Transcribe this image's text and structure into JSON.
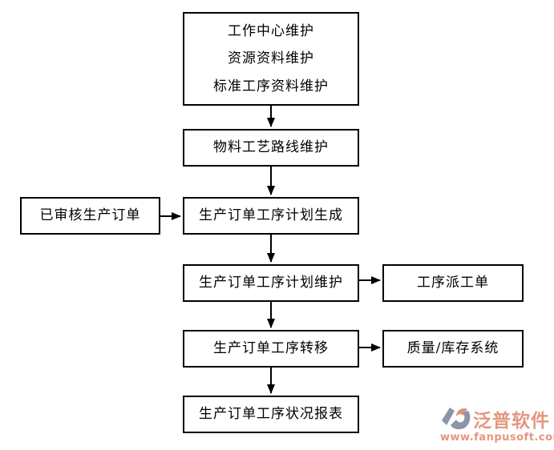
{
  "diagram": {
    "title_hint": "production-order-process-flowchart",
    "nodes": {
      "master_data": {
        "lines": [
          "工作中心维护",
          "资源资料维护",
          "标准工序资料维护"
        ]
      },
      "routing": {
        "label": "物料工艺路线维护"
      },
      "reviewed_order": {
        "label": "已审核生产订单"
      },
      "plan_generate": {
        "label": "生产订单工序计划生成"
      },
      "plan_maintain": {
        "label": "生产订单工序计划维护"
      },
      "dispatch": {
        "label": "工序派工单"
      },
      "transfer": {
        "label": "生产订单工序转移"
      },
      "quality_inventory": {
        "label": "质量/库存系统"
      },
      "status_report": {
        "label": "生产订单工序状况报表"
      }
    },
    "edges": [
      {
        "from": "master_data",
        "to": "routing"
      },
      {
        "from": "routing",
        "to": "plan_generate"
      },
      {
        "from": "reviewed_order",
        "to": "plan_generate"
      },
      {
        "from": "plan_generate",
        "to": "plan_maintain"
      },
      {
        "from": "plan_maintain",
        "to": "dispatch"
      },
      {
        "from": "plan_maintain",
        "to": "transfer"
      },
      {
        "from": "transfer",
        "to": "quality_inventory"
      },
      {
        "from": "transfer",
        "to": "status_report"
      }
    ],
    "colors": {
      "box_border": "#000000",
      "box_fill": "#ffffff",
      "arrow": "#000000",
      "background": "#ffffff"
    }
  },
  "watermark": {
    "brand": "泛普软件",
    "url": "www.fanpusoft.com",
    "colors": {
      "text": "#e6967f",
      "icon_gray": "#8b95a9",
      "icon_accent": "#e0907c"
    }
  }
}
